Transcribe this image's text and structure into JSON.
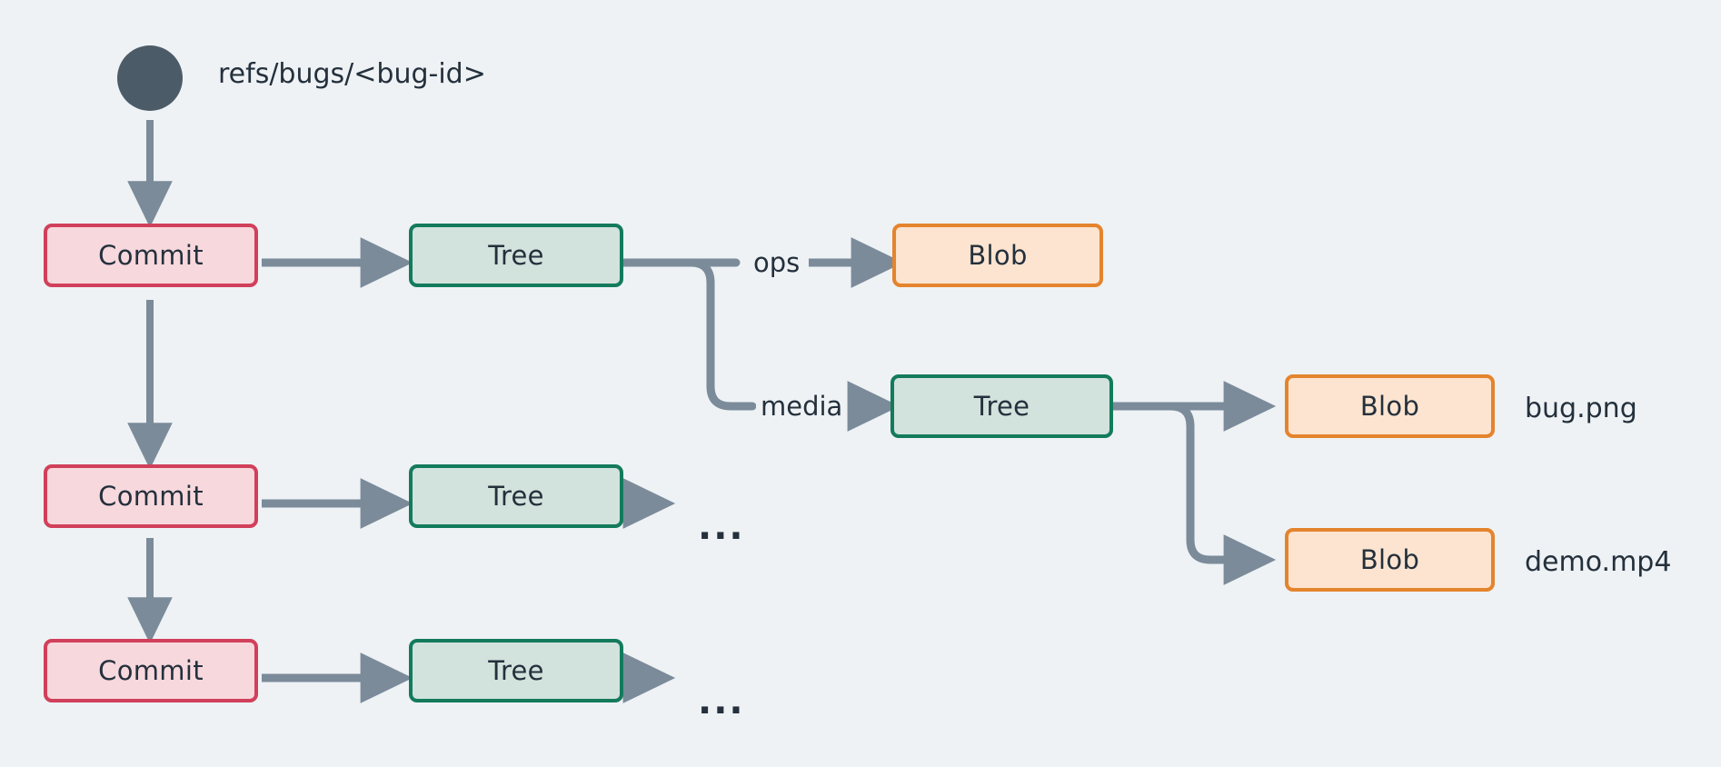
{
  "diagram": {
    "title_label": "refs/bugs/<bug-id>",
    "background_color": "#eef2f5",
    "edge_color": "#7b8b9a",
    "start_node_color": "#4c5b68",
    "palette": {
      "commit_fill": "#f7d8dd",
      "commit_border": "#d1405a",
      "tree_fill": "#d2e2dc",
      "tree_border": "#137b5c",
      "blob_fill": "#fce4d0",
      "blob_border": "#e4842d",
      "text": "#24303c"
    },
    "nodes": {
      "commit_1": "Commit",
      "commit_2": "Commit",
      "commit_3": "Commit",
      "tree_1": "Tree",
      "tree_2": "Tree",
      "tree_3": "Tree",
      "tree_media": "Tree",
      "blob_ops": "Blob",
      "blob_bug_png": "Blob",
      "blob_demo_mp4": "Blob"
    },
    "edge_labels": {
      "ops": "ops",
      "media": "media"
    },
    "file_labels": {
      "bug_png": "bug.png",
      "demo_mp4": "demo.mp4"
    },
    "ellipsis": {
      "tree_2": "...",
      "tree_3": "..."
    }
  }
}
